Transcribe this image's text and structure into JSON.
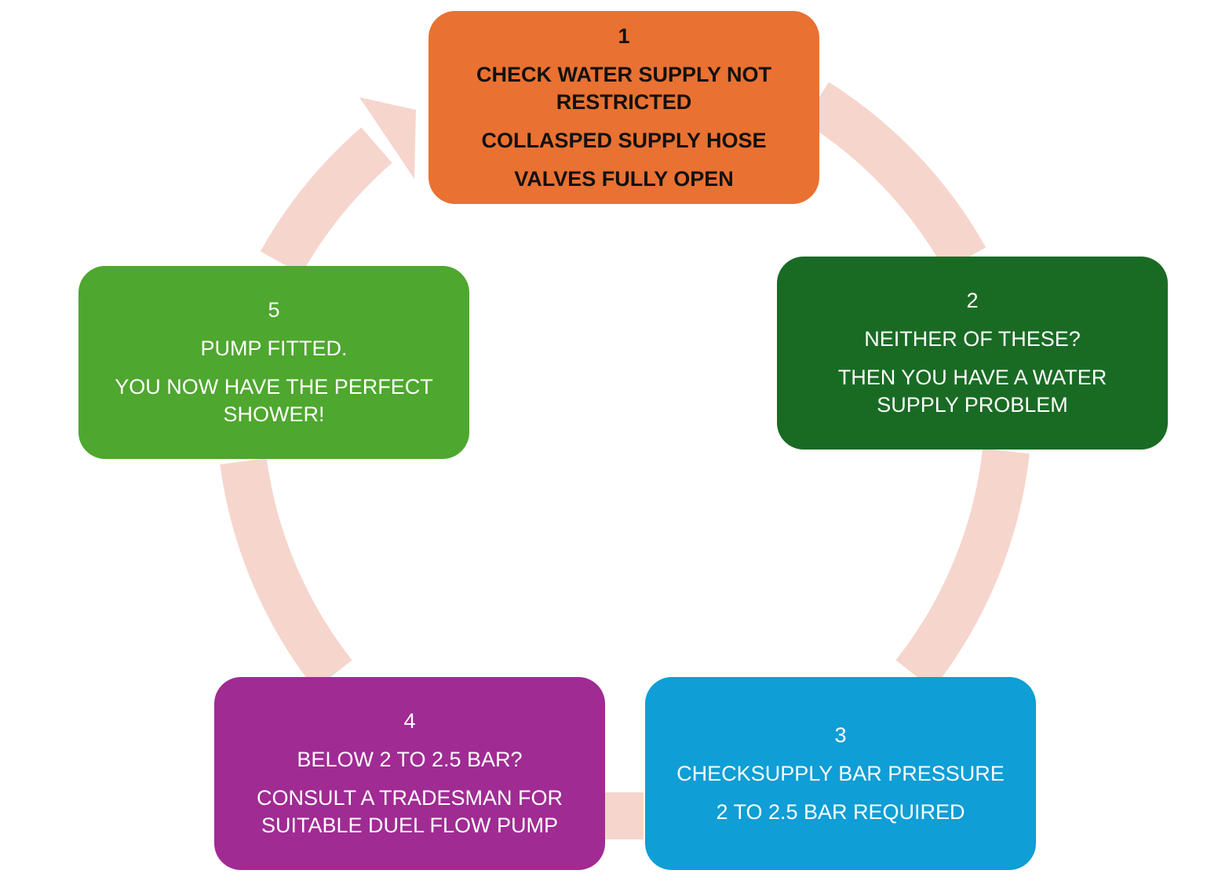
{
  "diagram": {
    "type": "cycle",
    "connector_color": "#F6D5CD",
    "steps": [
      {
        "id": "step-1",
        "color": "#E97132",
        "text_color": "#111111",
        "lines": [
          "1",
          "CHECK   WATER SUPPLY NOT RESTRICTED",
          "COLLASPED SUPPLY HOSE",
          "VALVES FULLY OPEN"
        ]
      },
      {
        "id": "step-2",
        "color": "#196B24",
        "text_color": "#FFFFFF",
        "lines": [
          "2",
          "NEITHER OF THESE?",
          "THEN YOU HAVE A WATER SUPPLY PROBLEM"
        ]
      },
      {
        "id": "step-3",
        "color": "#0F9ED5",
        "text_color": "#FFFFFF",
        "lines": [
          "3",
          "CHECKSUPPLY BAR PRESSURE",
          "2 TO 2.5  BAR REQUIRED"
        ]
      },
      {
        "id": "step-4",
        "color": "#A02B93",
        "text_color": "#FFFFFF",
        "lines": [
          "4",
          "BELOW 2 TO 2.5 BAR?",
          "CONSULT A TRADESMAN FOR SUITABLE DUEL FLOW PUMP"
        ]
      },
      {
        "id": "step-5",
        "color": "#4EA72E",
        "text_color": "#FFFFFF",
        "lines": [
          "5",
          "PUMP FITTED.",
          "YOU NOW HAVE THE PERFECT SHOWER!"
        ]
      }
    ]
  }
}
